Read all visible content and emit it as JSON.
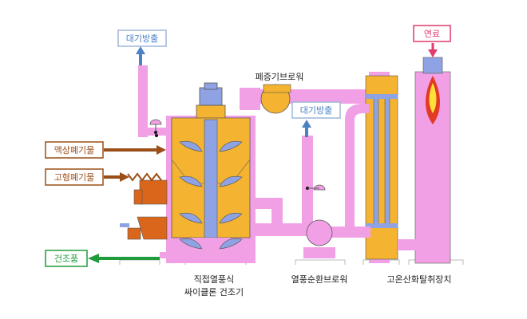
{
  "labels": {
    "exhaust_top_left": "대기방출",
    "exhaust_mid": "대기방출",
    "fuel": "연료",
    "liquid_waste": "액상폐기물",
    "solid_waste": "고형폐기물",
    "dried_product": "건조품",
    "waste_gas_blower": "폐증기브로워",
    "dryer_line1": "직접열풍식",
    "dryer_line2": "싸이클론 건조기",
    "hot_air_blower": "열풍순환브로워",
    "oxidizer": "고온산화탈취장치"
  },
  "colors": {
    "pink": "#f2a0e6",
    "orange": "#f4b330",
    "dark_orange": "#d9661b",
    "blue_grey": "#8fa2e3",
    "teal_box": "#9db6d9",
    "brown": "#9b4e17",
    "green": "#1e9b3a",
    "fuel_red": "#e23a6a",
    "arrow_blue": "#4b82c4"
  }
}
